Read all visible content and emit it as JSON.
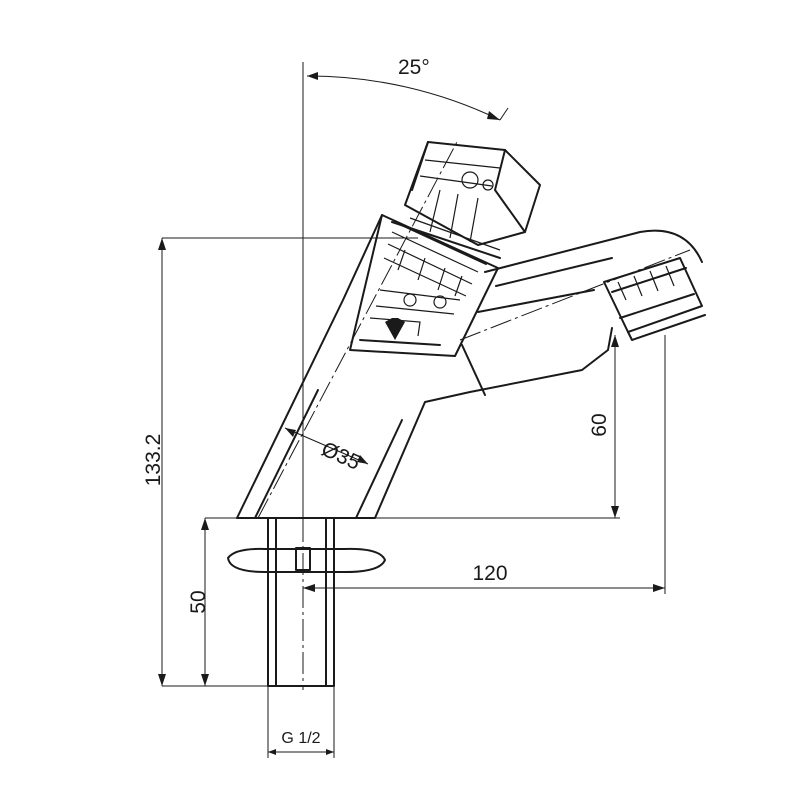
{
  "drawing": {
    "colors": {
      "line": "#1a1a1a",
      "background": "#ffffff"
    },
    "dimensions": {
      "angle": "25°",
      "total_height": "133.2",
      "body_diameter": "Ø35",
      "spout_height": "60",
      "spout_reach": "120",
      "shank_length": "50",
      "thread": "G 1/2"
    }
  }
}
